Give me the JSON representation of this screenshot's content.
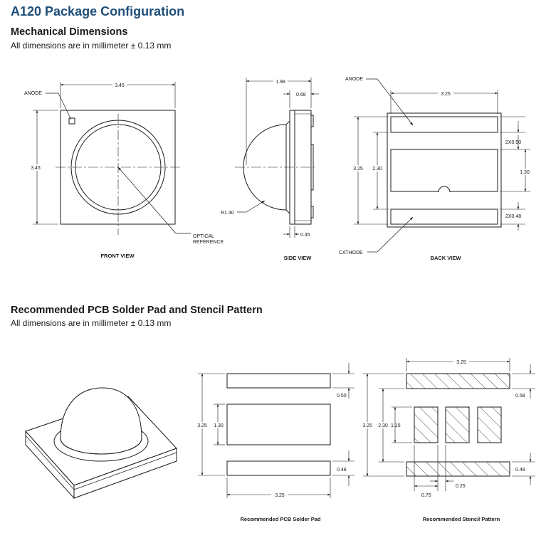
{
  "title": "A120 Package Configuration",
  "section1": {
    "heading": "Mechanical Dimensions",
    "note": "All dimensions are in millimeter ± 0.13 mm"
  },
  "section2": {
    "heading": "Recommended PCB Solder Pad and Stencil Pattern",
    "note": "All dimensions are in millimeter ± 0.13 mm"
  },
  "front": {
    "view_label": "FRONT VIEW",
    "anode": "ANODE",
    "width": "3.45",
    "height": "3.45",
    "optical_1": "OPTICAL",
    "optical_2": "REFERENCE"
  },
  "side": {
    "view_label": "SIDE VIEW",
    "overall": "1.98",
    "top": "0.68",
    "radius": "R1.30",
    "base": "0.45"
  },
  "back": {
    "view_label": "BACK VIEW",
    "anode": "ANODE",
    "cathode": "CATHODE",
    "width": "3.25",
    "height": "3.25",
    "inner": "2.30",
    "pad_top": "2X0.50",
    "center": "1.30",
    "pad_bottom": "2X0.48"
  },
  "pcb": {
    "caption": "Recommended PCB Solder Pad",
    "height": "3.25",
    "center": "1.30",
    "top": "0.50",
    "bottom": "0.48",
    "width": "3.25"
  },
  "stencil": {
    "caption": "Recommended Stencil Pattern",
    "width": "3.25",
    "height": "3.25",
    "inner": "2.30",
    "center": "1.15",
    "top": "0.58",
    "bottom": "0.48",
    "pitch": "0.75",
    "gap": "0.25"
  },
  "colors": {
    "title": "#1f4e79",
    "line": "#1a1a1a"
  }
}
